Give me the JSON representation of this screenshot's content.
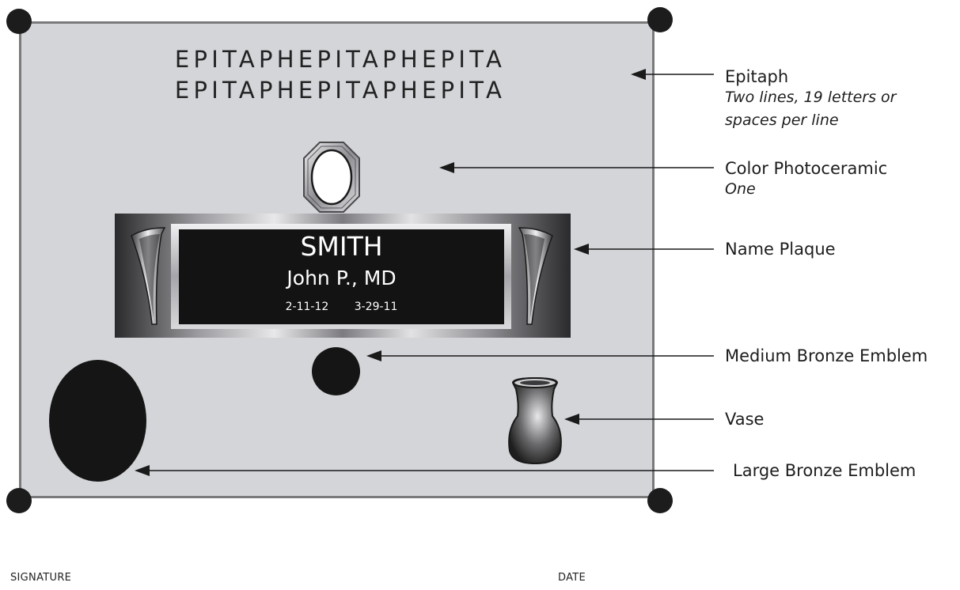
{
  "epitaph": {
    "line1": "EPITAPHEPITAPHEPITA",
    "line2": "EPITAPHEPITAPHEPITA"
  },
  "plaque": {
    "surname": "SMITH",
    "given_name": "John P., MD",
    "birth_date": "2-11-12",
    "death_date": "3-29-11"
  },
  "callouts": [
    {
      "title": "Epitaph",
      "sub_lines": [
        "Two lines, 19 letters or",
        "spaces per line"
      ]
    },
    {
      "title": "Color Photoceramic",
      "sub_lines": [
        "One"
      ]
    },
    {
      "title": "Name Plaque",
      "sub_lines": []
    },
    {
      "title": "Medium Bronze Emblem",
      "sub_lines": []
    },
    {
      "title": "Vase",
      "sub_lines": []
    },
    {
      "title": "Large Bronze Emblem",
      "sub_lines": []
    }
  ],
  "footer": {
    "signature_label": "SIGNATURE",
    "date_label": "DATE"
  },
  "colors": {
    "plate": "#d4d5d9",
    "plate_border": "#7a7a7c",
    "plaque_panel": "#131313",
    "emblem": "#151515"
  }
}
